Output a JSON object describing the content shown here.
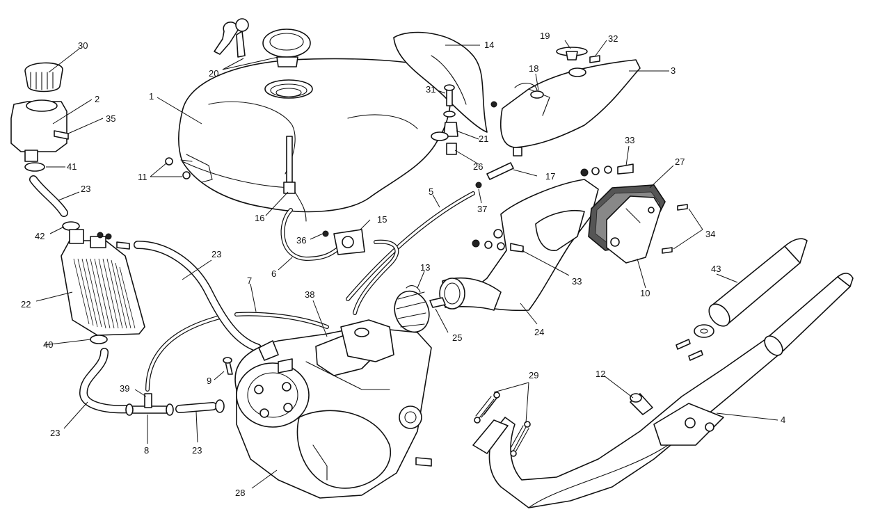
{
  "diagram": {
    "callouts": [
      {
        "id": "p1",
        "label": "1"
      },
      {
        "id": "p2",
        "label": "2"
      },
      {
        "id": "p3",
        "label": "3"
      },
      {
        "id": "p4",
        "label": "4"
      },
      {
        "id": "p5",
        "label": "5"
      },
      {
        "id": "p6",
        "label": "6"
      },
      {
        "id": "p7",
        "label": "7"
      },
      {
        "id": "p8",
        "label": "8"
      },
      {
        "id": "p9",
        "label": "9"
      },
      {
        "id": "p10",
        "label": "10"
      },
      {
        "id": "p11",
        "label": "11"
      },
      {
        "id": "p12",
        "label": "12"
      },
      {
        "id": "p13",
        "label": "13"
      },
      {
        "id": "p14",
        "label": "14"
      },
      {
        "id": "p15",
        "label": "15"
      },
      {
        "id": "p16",
        "label": "16"
      },
      {
        "id": "p17",
        "label": "17"
      },
      {
        "id": "p18",
        "label": "18"
      },
      {
        "id": "p19",
        "label": "19"
      },
      {
        "id": "p20",
        "label": "20"
      },
      {
        "id": "p21",
        "label": "21"
      },
      {
        "id": "p22",
        "label": "22"
      },
      {
        "id": "p23a",
        "label": "23"
      },
      {
        "id": "p23b",
        "label": "23"
      },
      {
        "id": "p23c",
        "label": "23"
      },
      {
        "id": "p23d",
        "label": "23"
      },
      {
        "id": "p24",
        "label": "24"
      },
      {
        "id": "p25",
        "label": "25"
      },
      {
        "id": "p26",
        "label": "26"
      },
      {
        "id": "p27",
        "label": "27"
      },
      {
        "id": "p28",
        "label": "28"
      },
      {
        "id": "p29",
        "label": "29"
      },
      {
        "id": "p30",
        "label": "30"
      },
      {
        "id": "p31",
        "label": "31"
      },
      {
        "id": "p32",
        "label": "32"
      },
      {
        "id": "p33a",
        "label": "33"
      },
      {
        "id": "p33b",
        "label": "33"
      },
      {
        "id": "p34",
        "label": "34"
      },
      {
        "id": "p35",
        "label": "35"
      },
      {
        "id": "p36",
        "label": "36"
      },
      {
        "id": "p37",
        "label": "37"
      },
      {
        "id": "p38",
        "label": "38"
      },
      {
        "id": "p39",
        "label": "39"
      },
      {
        "id": "p40",
        "label": "40"
      },
      {
        "id": "p41",
        "label": "41"
      },
      {
        "id": "p42",
        "label": "42"
      },
      {
        "id": "p43",
        "label": "43"
      }
    ]
  }
}
